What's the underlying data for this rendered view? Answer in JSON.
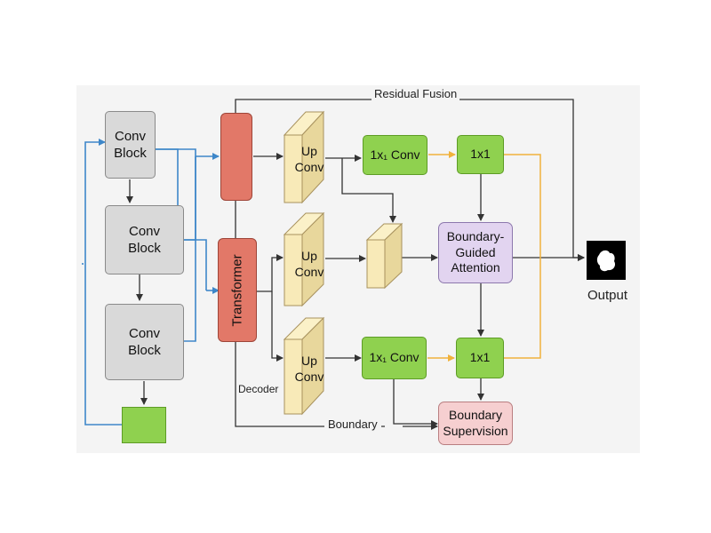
{
  "labels": {
    "conv_block_1": "Conv\nBlock",
    "conv_block_2": "Conv\nBlock",
    "conv_block_3": "Conv\nBlock",
    "transformer": "Transformer",
    "up_conv_1": "Up\nConv",
    "up_conv_2": "Up\nConv",
    "up_conv_3": "Up\nConv",
    "conv1x1_top": "1x₁ Conv",
    "conv1x1_bottom": "1x₁ Conv",
    "box1x1_top": "1x1",
    "box1x1_bottom": "1x1",
    "boundary_guided_attention": "Boundary-\nGuided\nAttention",
    "boundary_supervision": "Boundary\nSupervision",
    "residual_fusion": "Residual Fusion",
    "decoder": "Decoder",
    "boundary": "Boundary",
    "output": "Output"
  },
  "colors": {
    "conv_block": "#d9d9d9",
    "green": "#8fd14f",
    "transformer": "#e27868",
    "cube": "#f8eab8",
    "attention": "#e2d4f0",
    "supervision": "#f6cfd0",
    "blue_wire": "#3e87c9",
    "orange_wire": "#f0b23c",
    "dark_wire": "#333333"
  },
  "icons": {
    "output_image": "segmentation-mask-icon"
  }
}
